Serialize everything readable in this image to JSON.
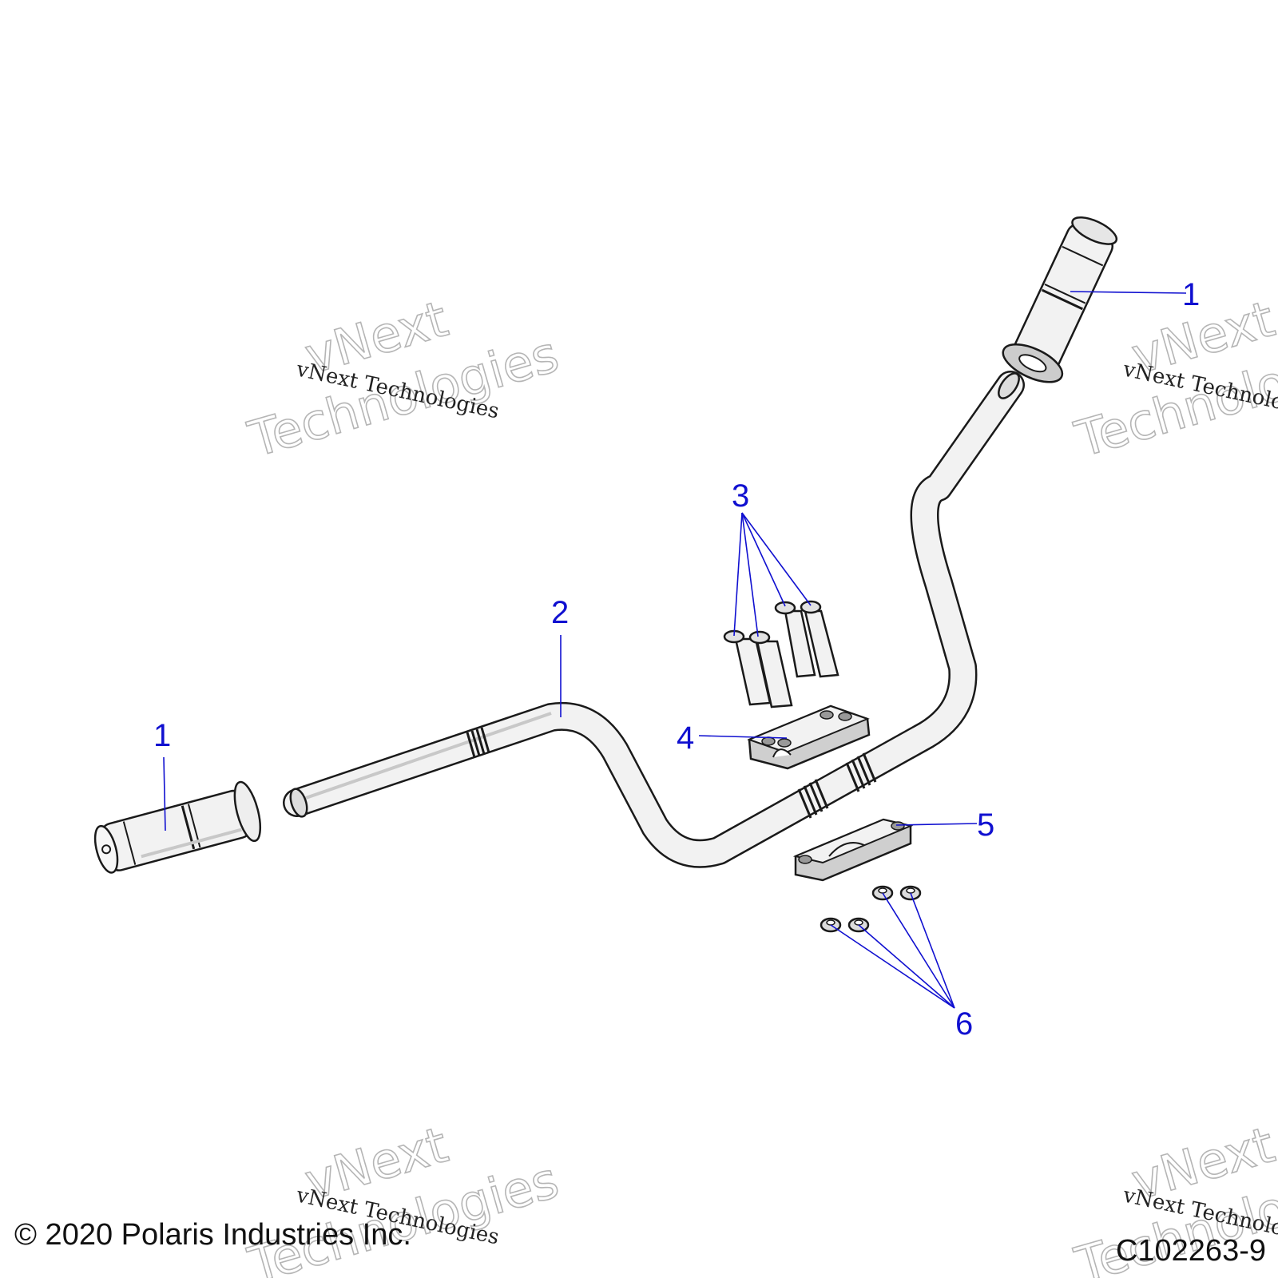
{
  "watermark": {
    "line_small": "vNext Technologies",
    "line_large_1": "vNext",
    "line_large_2": "Technologies"
  },
  "callouts": {
    "grip_right": "1",
    "grip_left": "1",
    "handlebar": "2",
    "bolts": "3",
    "upper_clamp": "4",
    "lower_clamp": "5",
    "nuts": "6"
  },
  "footer": {
    "copyright": "© 2020 Polaris Industries Inc.",
    "part_code": "C102263-9"
  },
  "colors": {
    "callout": "#1010d0",
    "outline": "#1a1a1a",
    "part_fill": "#f2f2f2",
    "shade": "#c8c8c8"
  }
}
